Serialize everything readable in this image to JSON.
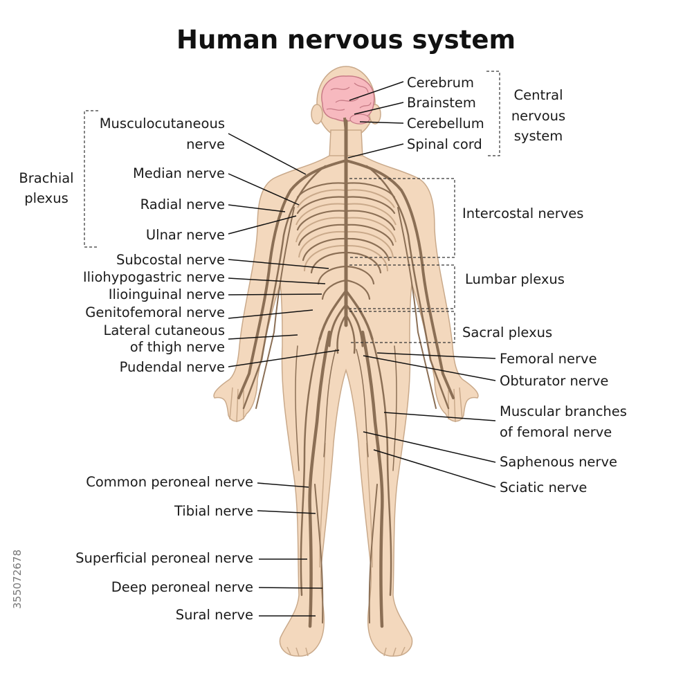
{
  "title": "Human nervous system",
  "labels": {
    "cerebrum": "Cerebrum",
    "brainstem": "Brainstem",
    "cerebellum": "Cerebellum",
    "spinal_cord": "Spinal cord",
    "cns_1": "Central",
    "cns_2": "nervous",
    "cns_3": "system",
    "musculocutaneous_1": "Musculocutaneous",
    "musculocutaneous_2": "nerve",
    "brachial_1": "Brachial",
    "brachial_2": "plexus",
    "median": "Median nerve",
    "radial": "Radial nerve",
    "ulnar": "Ulnar nerve",
    "intercostal": "Intercostal nerves",
    "subcostal": "Subcostal nerve",
    "iliohypogastric": "Iliohypogastric nerve",
    "ilioinguinal": "Ilioinguinal nerve",
    "genitofemoral": "Genitofemoral nerve",
    "lateral_cutaneous_1": "Lateral cutaneous",
    "lateral_cutaneous_2": "of thigh nerve",
    "pudendal": "Pudendal nerve",
    "lumbar_plexus": "Lumbar plexus",
    "sacral_plexus": "Sacral plexus",
    "femoral": "Femoral nerve",
    "obturator": "Obturator nerve",
    "muscular_branches_1": "Muscular branches",
    "muscular_branches_2": "of femoral nerve",
    "saphenous": "Saphenous nerve",
    "sciatic": "Sciatic nerve",
    "common_peroneal": "Common peroneal nerve",
    "tibial": "Tibial nerve",
    "superficial_peroneal": "Superficial peroneal nerve",
    "deep_peroneal": "Deep peroneal nerve",
    "sural": "Sural nerve"
  },
  "watermark": "355072678",
  "colors": {
    "skin": "#f3d8bd",
    "skin_outline": "#c9a98a",
    "nerve": "#8b6f55",
    "brain": "#f7b9bf",
    "label_text": "#1a1a1a"
  }
}
